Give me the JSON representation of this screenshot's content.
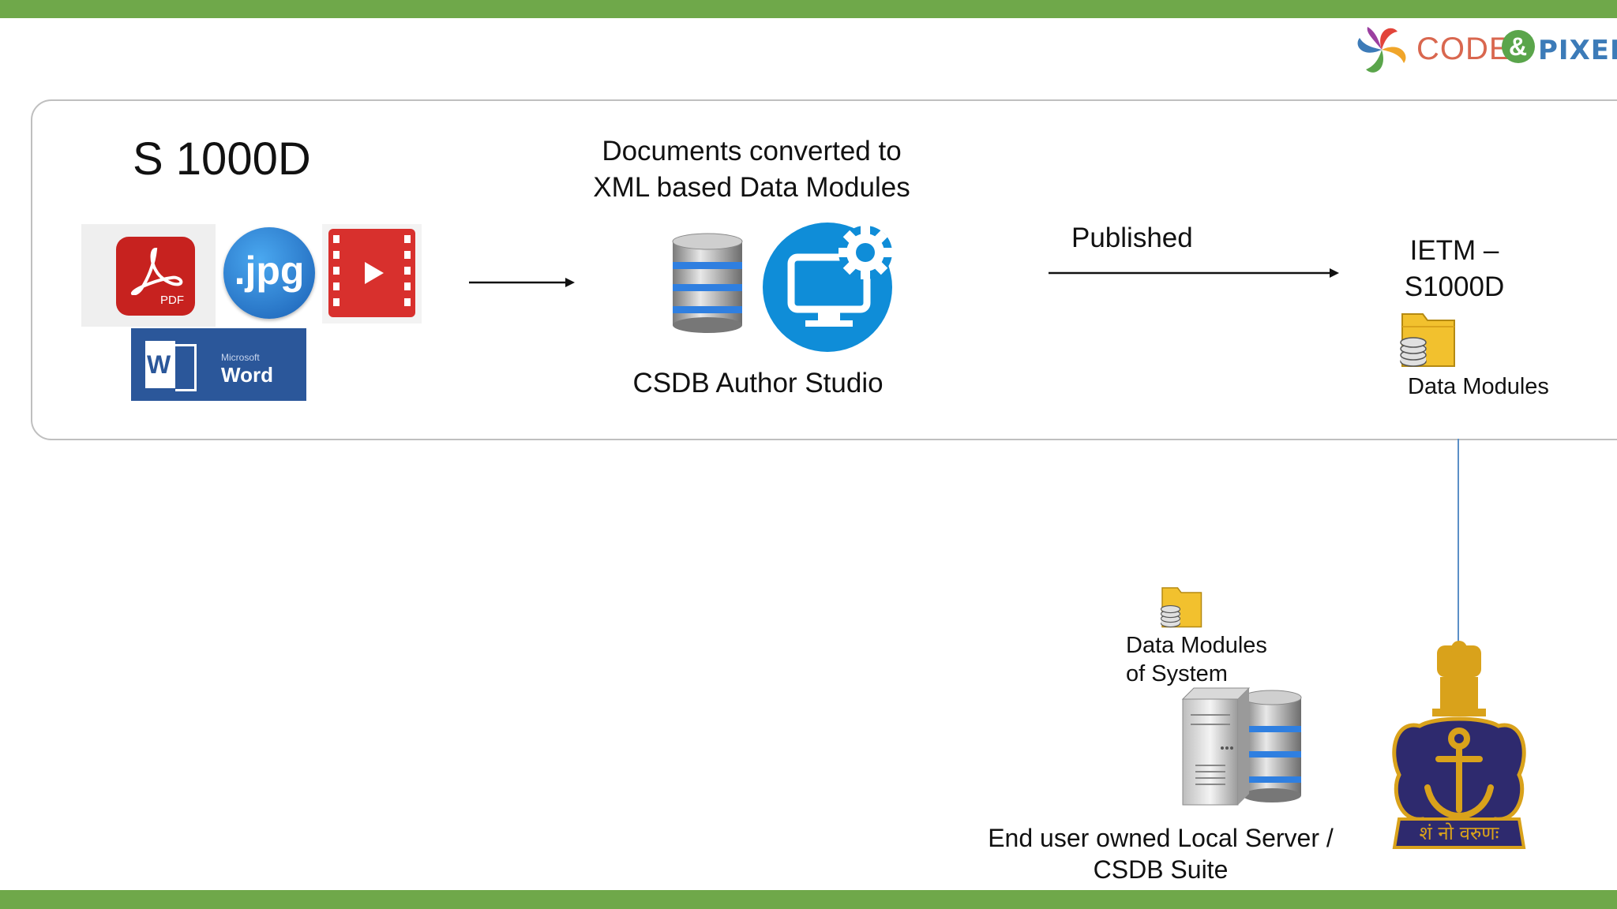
{
  "brand": {
    "logo_code": "CODE",
    "logo_amp": "&",
    "logo_pixels": "PIXELS"
  },
  "source": {
    "title": "S 1000D",
    "icons": [
      "pdf-icon",
      "jpg-icon",
      "video-icon",
      "word-icon"
    ],
    "pdf_label": "PDF",
    "jpg_label": ".jpg",
    "word_small": "Microsoft",
    "word_label": "Word",
    "word_letter": "W"
  },
  "conversion": {
    "line1": "Documents converted to",
    "line2": "XML based  Data Modules",
    "tool": "CSDB Author Studio"
  },
  "publish": {
    "label": "Published"
  },
  "ietm": {
    "line1": "IETM –",
    "line2": "S1000D",
    "data_modules": "Data Modules"
  },
  "local": {
    "dm_line1": "Data Modules",
    "dm_line2": "of System",
    "server_line1": "End user owned Local Server /",
    "server_line2": "CSDB Suite"
  },
  "emblem": {
    "motto": "शं नो वरुणः"
  },
  "colors": {
    "bar_green": "#6fa84a",
    "pdf_red": "#c7221f",
    "jpg_blue": "#1a73c9",
    "video_red": "#d8302d",
    "word_blue": "#2b579a",
    "csdb_blue": "#0f8dd8",
    "folder_yellow": "#f2c12e",
    "navy": "#2e2a6e",
    "gold": "#d9a21b"
  }
}
